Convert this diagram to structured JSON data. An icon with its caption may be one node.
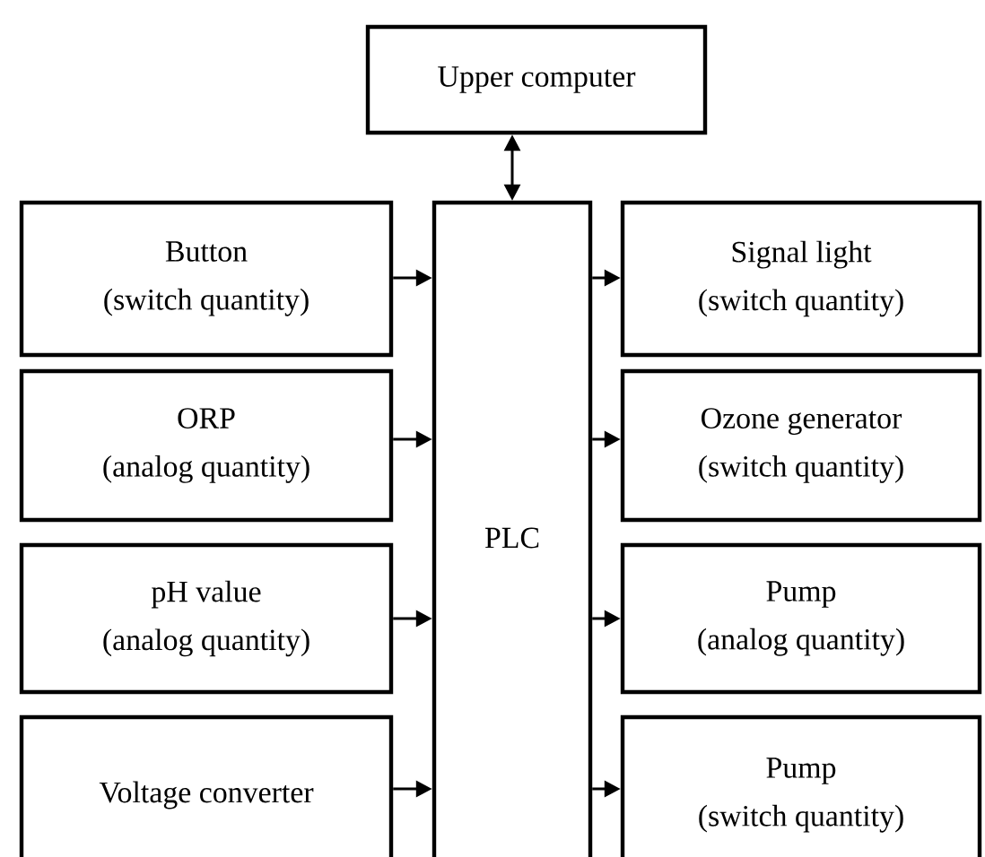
{
  "diagram": {
    "nodes": [
      {
        "text": [
          "Upper computer"
        ]
      },
      {
        "text": [
          "PLC"
        ]
      },
      {
        "text": [
          "Button",
          "(switch quantity)"
        ]
      },
      {
        "text": [
          "ORP",
          "(analog quantity)"
        ]
      },
      {
        "text": [
          "pH value",
          "(analog quantity)"
        ]
      },
      {
        "text": [
          "Voltage converter"
        ]
      },
      {
        "text": [
          "Signal light",
          "(switch quantity)"
        ]
      },
      {
        "text": [
          "Ozone generator",
          "(switch quantity)"
        ]
      },
      {
        "text": [
          "Pump",
          "(analog quantity)"
        ]
      },
      {
        "text": [
          "Pump",
          "(switch quantity)"
        ]
      }
    ],
    "edges": [
      {
        "from": 0,
        "to": 1,
        "arrow": "both"
      },
      {
        "from": 2,
        "to": 1,
        "arrow": "to"
      },
      {
        "from": 3,
        "to": 1,
        "arrow": "to"
      },
      {
        "from": 4,
        "to": 1,
        "arrow": "to"
      },
      {
        "from": 5,
        "to": 1,
        "arrow": "to"
      },
      {
        "from": 1,
        "to": 6,
        "arrow": "to"
      },
      {
        "from": 1,
        "to": 7,
        "arrow": "to"
      },
      {
        "from": 1,
        "to": 8,
        "arrow": "to"
      },
      {
        "from": 1,
        "to": 9,
        "arrow": "to"
      }
    ]
  }
}
